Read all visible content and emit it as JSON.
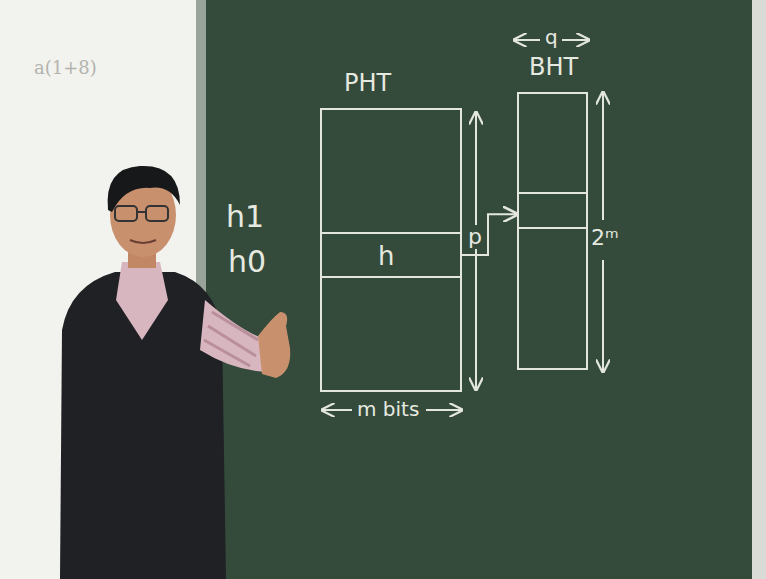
{
  "diagram": {
    "nodes": [
      {
        "text": [
          "PHT"
        ]
      },
      {
        "text": [
          "h"
        ],
        "in": 0
      },
      {
        "text": [
          "BHT"
        ]
      }
    ],
    "edges": [
      {
        "from": 1,
        "to": 2,
        "arrow": "to",
        "label": "p"
      }
    ],
    "labels": [
      "h1",
      "h0",
      "m bits",
      "2ᵐ",
      "q",
      "a(1+8)"
    ]
  }
}
